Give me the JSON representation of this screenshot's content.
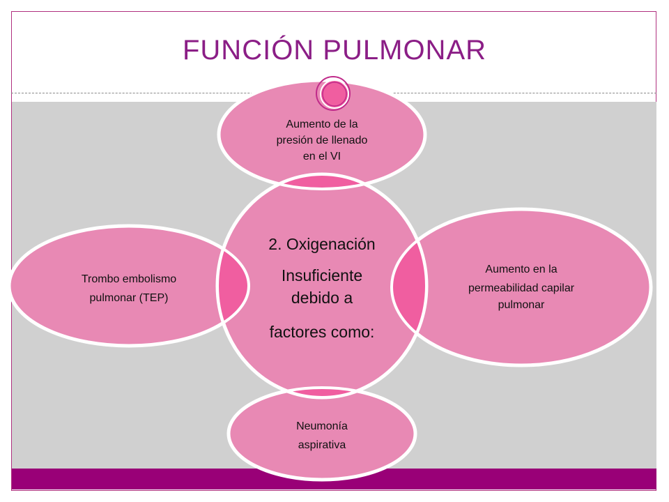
{
  "slide": {
    "title": "FUNCIÓN PULMONAR"
  },
  "diagram": {
    "center": {
      "line1": "2. Oxigenación",
      "line2": "Insuficiente",
      "line3": "debido a",
      "line4": "factores como:"
    },
    "top": {
      "line1": "Aumento de la",
      "line2": "presión de llenado",
      "line3": "en el VI"
    },
    "right": {
      "line1": "Aumento en la",
      "line2": "permeabilidad capilar",
      "line3": "pulmonar"
    },
    "bottom": {
      "line1": "Neumonía",
      "line2": "aspirativa"
    },
    "left": {
      "line1": "Trombo embolismo",
      "line2": "pulmonar (TEP)"
    }
  },
  "colors": {
    "title": "#8b1e86",
    "ellipse_fill": "#e889b4",
    "overlap": "#f05ea0",
    "stroke": "#ffffff",
    "accent_bar": "#990077",
    "background_panel": "#d0d0d0"
  }
}
